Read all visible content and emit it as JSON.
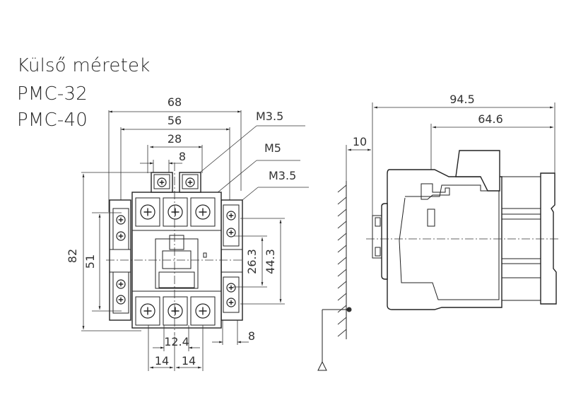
{
  "title": {
    "heading": "Külső méretek",
    "models": [
      "PMC-32",
      "PMC-40"
    ]
  },
  "front_view": {
    "width_dims": {
      "overall": "68",
      "mounting": "56",
      "aux_terminal_span": "28",
      "aux_terminal_pitch": "8"
    },
    "height_dims": {
      "overall": "82",
      "mounting": "51",
      "side_terminal_inner": "26.3",
      "side_terminal_outer": "44.3"
    },
    "bottom_dims": {
      "terminal_width": "12.4",
      "pitch_left": "14",
      "pitch_right": "14",
      "side_block": "8"
    },
    "screw_callouts": [
      "M3.5",
      "M5",
      "M3.5"
    ]
  },
  "side_view": {
    "depth_overall": "94.5",
    "depth_partial": "64.6",
    "clearance": "10"
  }
}
